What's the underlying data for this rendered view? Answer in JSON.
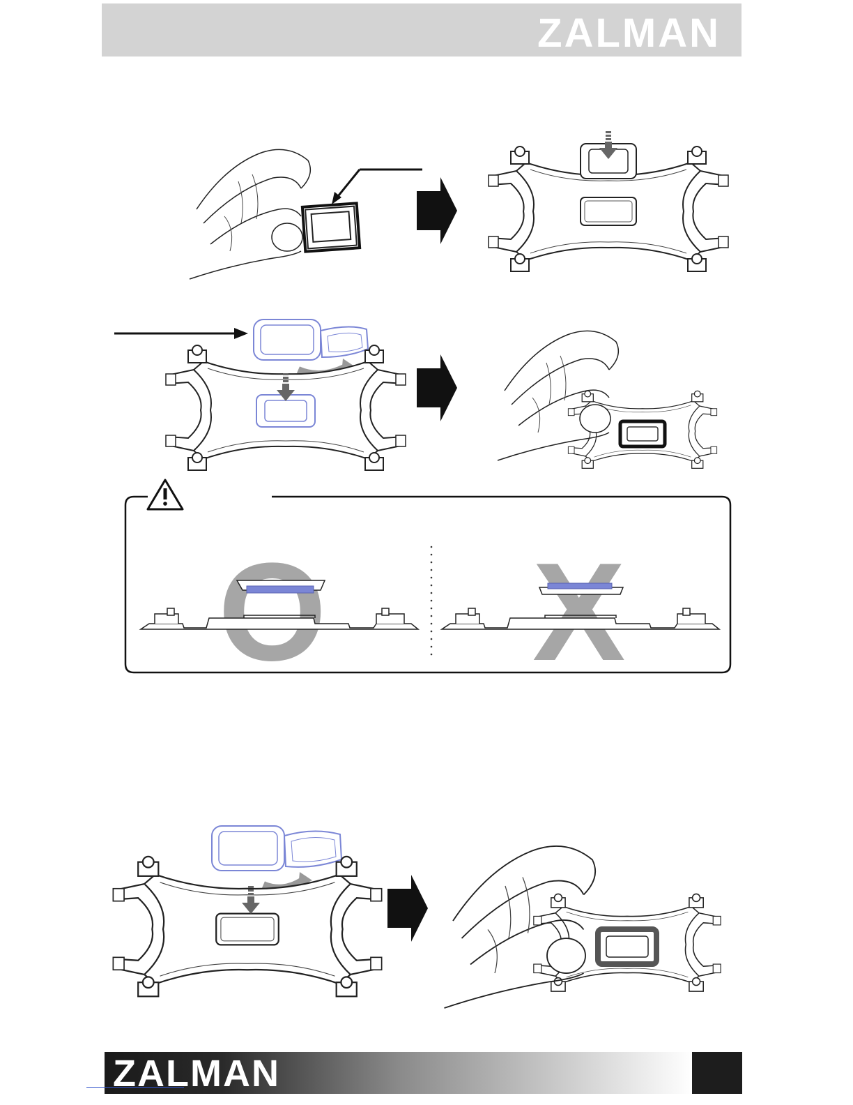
{
  "header": {
    "brand": "ZALMAN",
    "background_color": "#d3d3d3"
  },
  "caution": {
    "icon": "warning-triangle-icon",
    "correct_mark": "O",
    "incorrect_mark": "X",
    "mark_color": "#a6a6a6"
  },
  "footer": {
    "brand": "ZALMAN",
    "page_block_color": "#1d1d1d"
  },
  "colors": {
    "pad_blue": "#7b86d6",
    "line": "#222222"
  }
}
